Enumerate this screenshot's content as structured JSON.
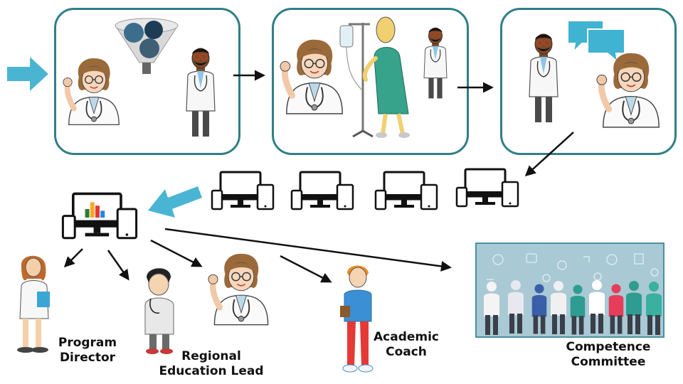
{
  "labels": {
    "program_director": [
      "Program",
      "Director"
    ],
    "regional_education_lead": [
      "Regional",
      "Education Lead"
    ],
    "academic_coach": [
      "Academic",
      "Coach"
    ],
    "competence_committee": [
      "Competence",
      "Committee"
    ]
  },
  "colors": {
    "panel_border": "#2f7f87",
    "accent_arrow": "#4ab5d3",
    "speech_bubble": "#3fb3d1",
    "committee_bg": "#a9c9d4",
    "chart_bars": [
      "#2e7d32",
      "#f9a825",
      "#e53935",
      "#1e88e5"
    ]
  },
  "icons": {
    "intro_arrow": "right-arrow-icon",
    "funnel": "funnel-icon",
    "iv_stand": "iv-stand-icon",
    "speech_bubbles": "speech-bubbles-icon",
    "devices": "device-set-icon",
    "dashboard": "dashboard-chart-icon"
  }
}
